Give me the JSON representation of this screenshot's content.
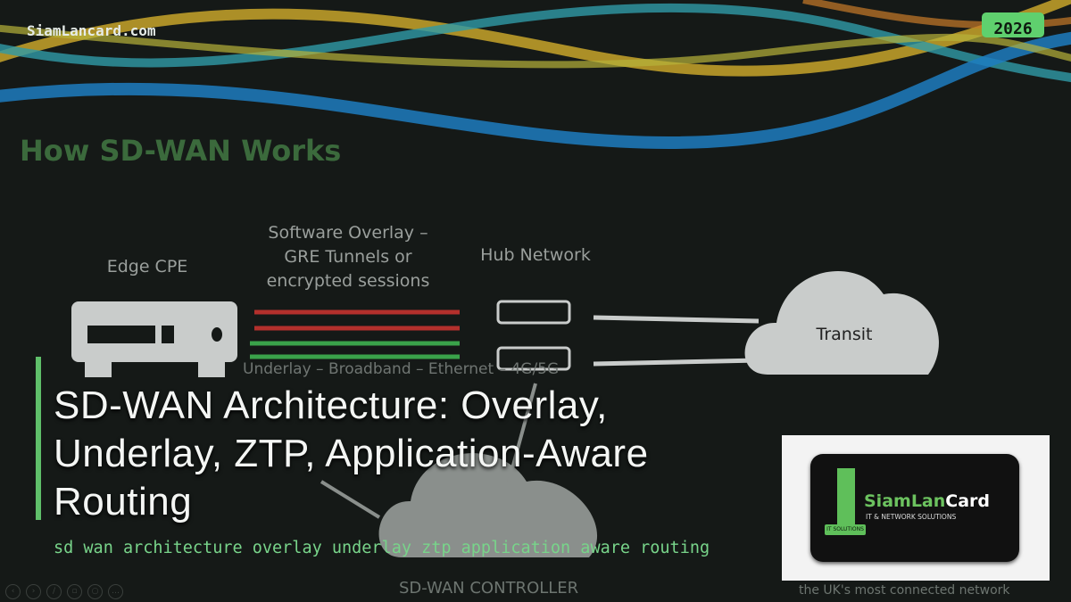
{
  "site": "SiamLancard.com",
  "year_badge": "2026",
  "slide": {
    "heading": "How SD-WAN Works",
    "edge_label": "Edge CPE",
    "overlay_label": "Software Overlay – GRE Tunnels or encrypted sessions",
    "hub_label": "Hub Network",
    "transit_label": "Transit",
    "underlay_label": "Underlay – Broadband – Ethernet – 4G/5G",
    "controller_label": "SD-WAN CONTROLLER",
    "footer_text": "the UK's most connected network"
  },
  "article": {
    "title": "SD-WAN Architecture: Overlay, Underlay, ZTP, Application-Aware Routing",
    "keywords": "sd wan architecture overlay underlay ztp application aware routing"
  },
  "logo": {
    "name_green": "SiamLan",
    "name_white": "Card",
    "tagline": "IT & NETWORK SOLUTIONS",
    "badge": "IT SOLUTIONS"
  },
  "colors": {
    "accent": "#5fbf6a",
    "background": "#151917"
  }
}
